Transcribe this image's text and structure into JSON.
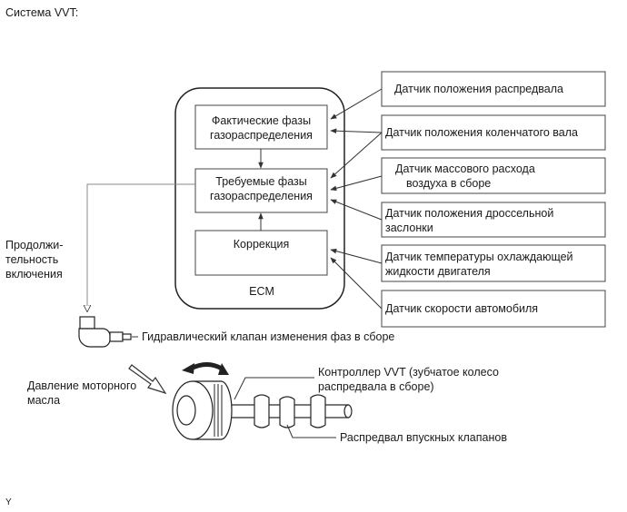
{
  "title": "Система VVT:",
  "ecm": {
    "label": "ECM",
    "blocks": {
      "actual": [
        "Фактические фазы",
        "газораспределения"
      ],
      "target": [
        "Требуемые фазы",
        "газораспределения"
      ],
      "correction": "Коррекция"
    }
  },
  "sensors": [
    [
      "Датчик положения распредвала"
    ],
    [
      "Датчик положения коленчатого вала"
    ],
    [
      "Датчик массового расхода",
      "воздуха в сборе"
    ],
    [
      "Датчик положения дроссельной",
      "заслонки"
    ],
    [
      "Датчик температуры охлаждающей",
      "жидкости двигателя"
    ],
    [
      "Датчик скорости автомобиля"
    ]
  ],
  "duty_label": [
    "Продолжи-",
    "тельность",
    "включения"
  ],
  "valve_label": "Гидравлический клапан изменения фаз в сборе",
  "oil_label": [
    "Давление моторного",
    "масла"
  ],
  "controller_label": [
    "Контроллер VVT (зубчатое колесо",
    "распредвала в сборе)"
  ],
  "camshaft_label": "Распредвал впускных клапанов",
  "footer": "Y",
  "icons": {
    "valve": "solenoid-valve-icon",
    "camshaft": "camshaft-icon",
    "rotation": "rotation-arrow-icon",
    "oil": "oil-pressure-arrow-icon"
  }
}
